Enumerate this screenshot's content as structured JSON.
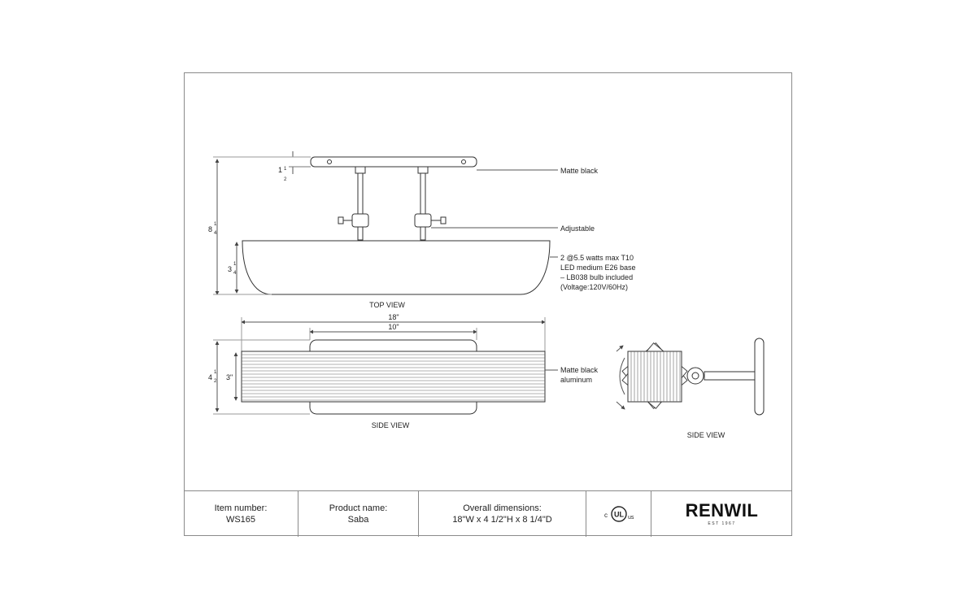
{
  "views": {
    "top_view_label": "TOP VIEW",
    "side_view_label": "SIDE VIEW",
    "side_view_right_label": "SIDE VIEW"
  },
  "callouts": {
    "finish": "Matte black",
    "arm": "Adjustable",
    "bulb_line1": "2 @5.5 watts max T10",
    "bulb_line2": "LED medium E26 base",
    "bulb_line3": "– LB038 bulb included",
    "bulb_line4": "(Voltage:120V/60Hz)",
    "shade_line1": "Matte black",
    "shade_line2": "aluminum"
  },
  "dimensions": {
    "backplate_whole": "1",
    "backplate_frac_num": "1",
    "backplate_frac_den": "2",
    "depth_whole": "8",
    "depth_frac_num": "1",
    "depth_frac_den": "4",
    "shade_whole": "3",
    "shade_frac_num": "1",
    "shade_frac_den": "4",
    "width_total": "18\"",
    "width_backplate": "10\"",
    "height_whole": "4",
    "height_frac_num": "1",
    "height_frac_den": "2",
    "shade_height": "3\""
  },
  "title_block": {
    "item_label": "Item number:",
    "item_value": "WS165",
    "product_label": "Product name:",
    "product_value": "Saba",
    "dims_label": "Overall dimensions:",
    "dims_value": "18\"W x 4 1/2\"H x 8 1/4\"D",
    "cert_mark": "c UL us",
    "brand": "RENWIL",
    "brand_tagline": "EST 1967"
  }
}
